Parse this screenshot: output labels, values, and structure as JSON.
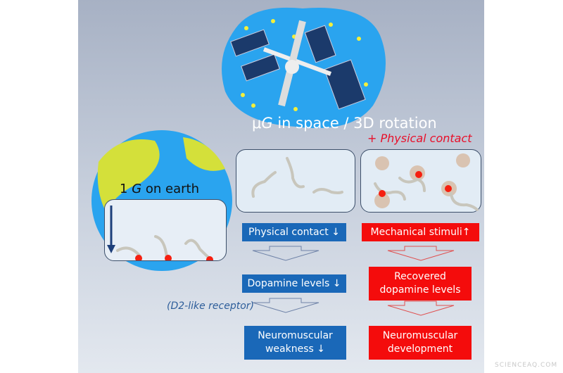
{
  "titles": {
    "space": "μG in space / 3D rotation",
    "space_mu": "μ",
    "space_g": "G",
    "space_rest": " in space / 3D rotation",
    "contact": "+ Physical contact",
    "earth_prefix": "1 ",
    "earth_g": "G",
    "earth_rest": " on earth"
  },
  "left_column": {
    "box1": "Physical contact ↓",
    "box2": "Dopamine levels ↓",
    "box3_line1": "Neuromuscular",
    "box3_line2": "weakness ↓",
    "receptor": "(D2-like receptor)"
  },
  "right_column": {
    "box1": "Mechanical stimuli↑",
    "box2_line1": "Recovered",
    "box2_line2": "dopamine levels",
    "box3_line1": "Neuromuscular",
    "box3_line2": "development"
  },
  "watermark": "SCIENCEAQ.COM",
  "colors": {
    "blue": "#1a68b8",
    "red": "#f40c0c",
    "space": "#2aa4ef",
    "earth_land": "#d4e03a"
  }
}
